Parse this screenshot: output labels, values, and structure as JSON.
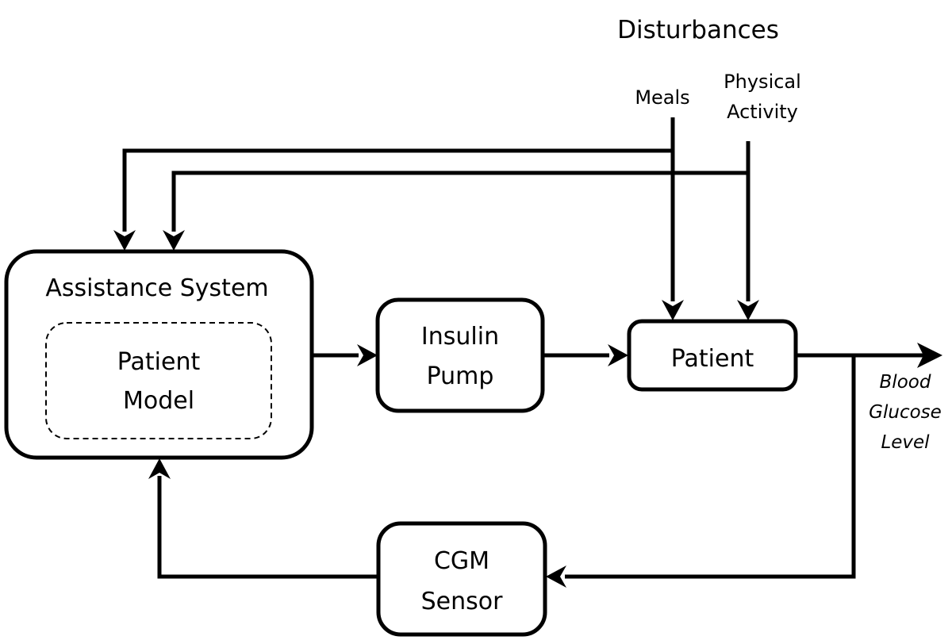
{
  "diagram": {
    "disturbances_title": "Disturbances",
    "disturbances": [
      {
        "label_lines": [
          "Meals"
        ]
      },
      {
        "label_lines": [
          "Physical",
          "Activity"
        ]
      }
    ],
    "blocks": {
      "assistance_system": {
        "title": "Assistance System"
      },
      "patient_model": {
        "label_lines": [
          "Patient",
          "Model"
        ],
        "style": "dashed"
      },
      "insulin_pump": {
        "label_lines": [
          "Insulin",
          "Pump"
        ]
      },
      "patient": {
        "label_lines": [
          "Patient"
        ]
      },
      "cgm_sensor": {
        "label_lines": [
          "CGM",
          "Sensor"
        ]
      }
    },
    "output": {
      "label_lines": [
        "Blood",
        "Glucose",
        "Level"
      ]
    },
    "edges": [
      {
        "from": "Meals",
        "to": "Patient"
      },
      {
        "from": "Physical Activity",
        "to": "Patient"
      },
      {
        "from": "Meals",
        "to": "Assistance System"
      },
      {
        "from": "Physical Activity",
        "to": "Assistance System"
      },
      {
        "from": "Assistance System",
        "to": "Insulin Pump"
      },
      {
        "from": "Insulin Pump",
        "to": "Patient"
      },
      {
        "from": "Patient",
        "to": "Blood Glucose Level"
      },
      {
        "from": "Blood Glucose Level",
        "to": "CGM Sensor"
      },
      {
        "from": "CGM Sensor",
        "to": "Assistance System"
      }
    ],
    "colors": {
      "stroke": "#000000",
      "background": "#ffffff"
    }
  }
}
